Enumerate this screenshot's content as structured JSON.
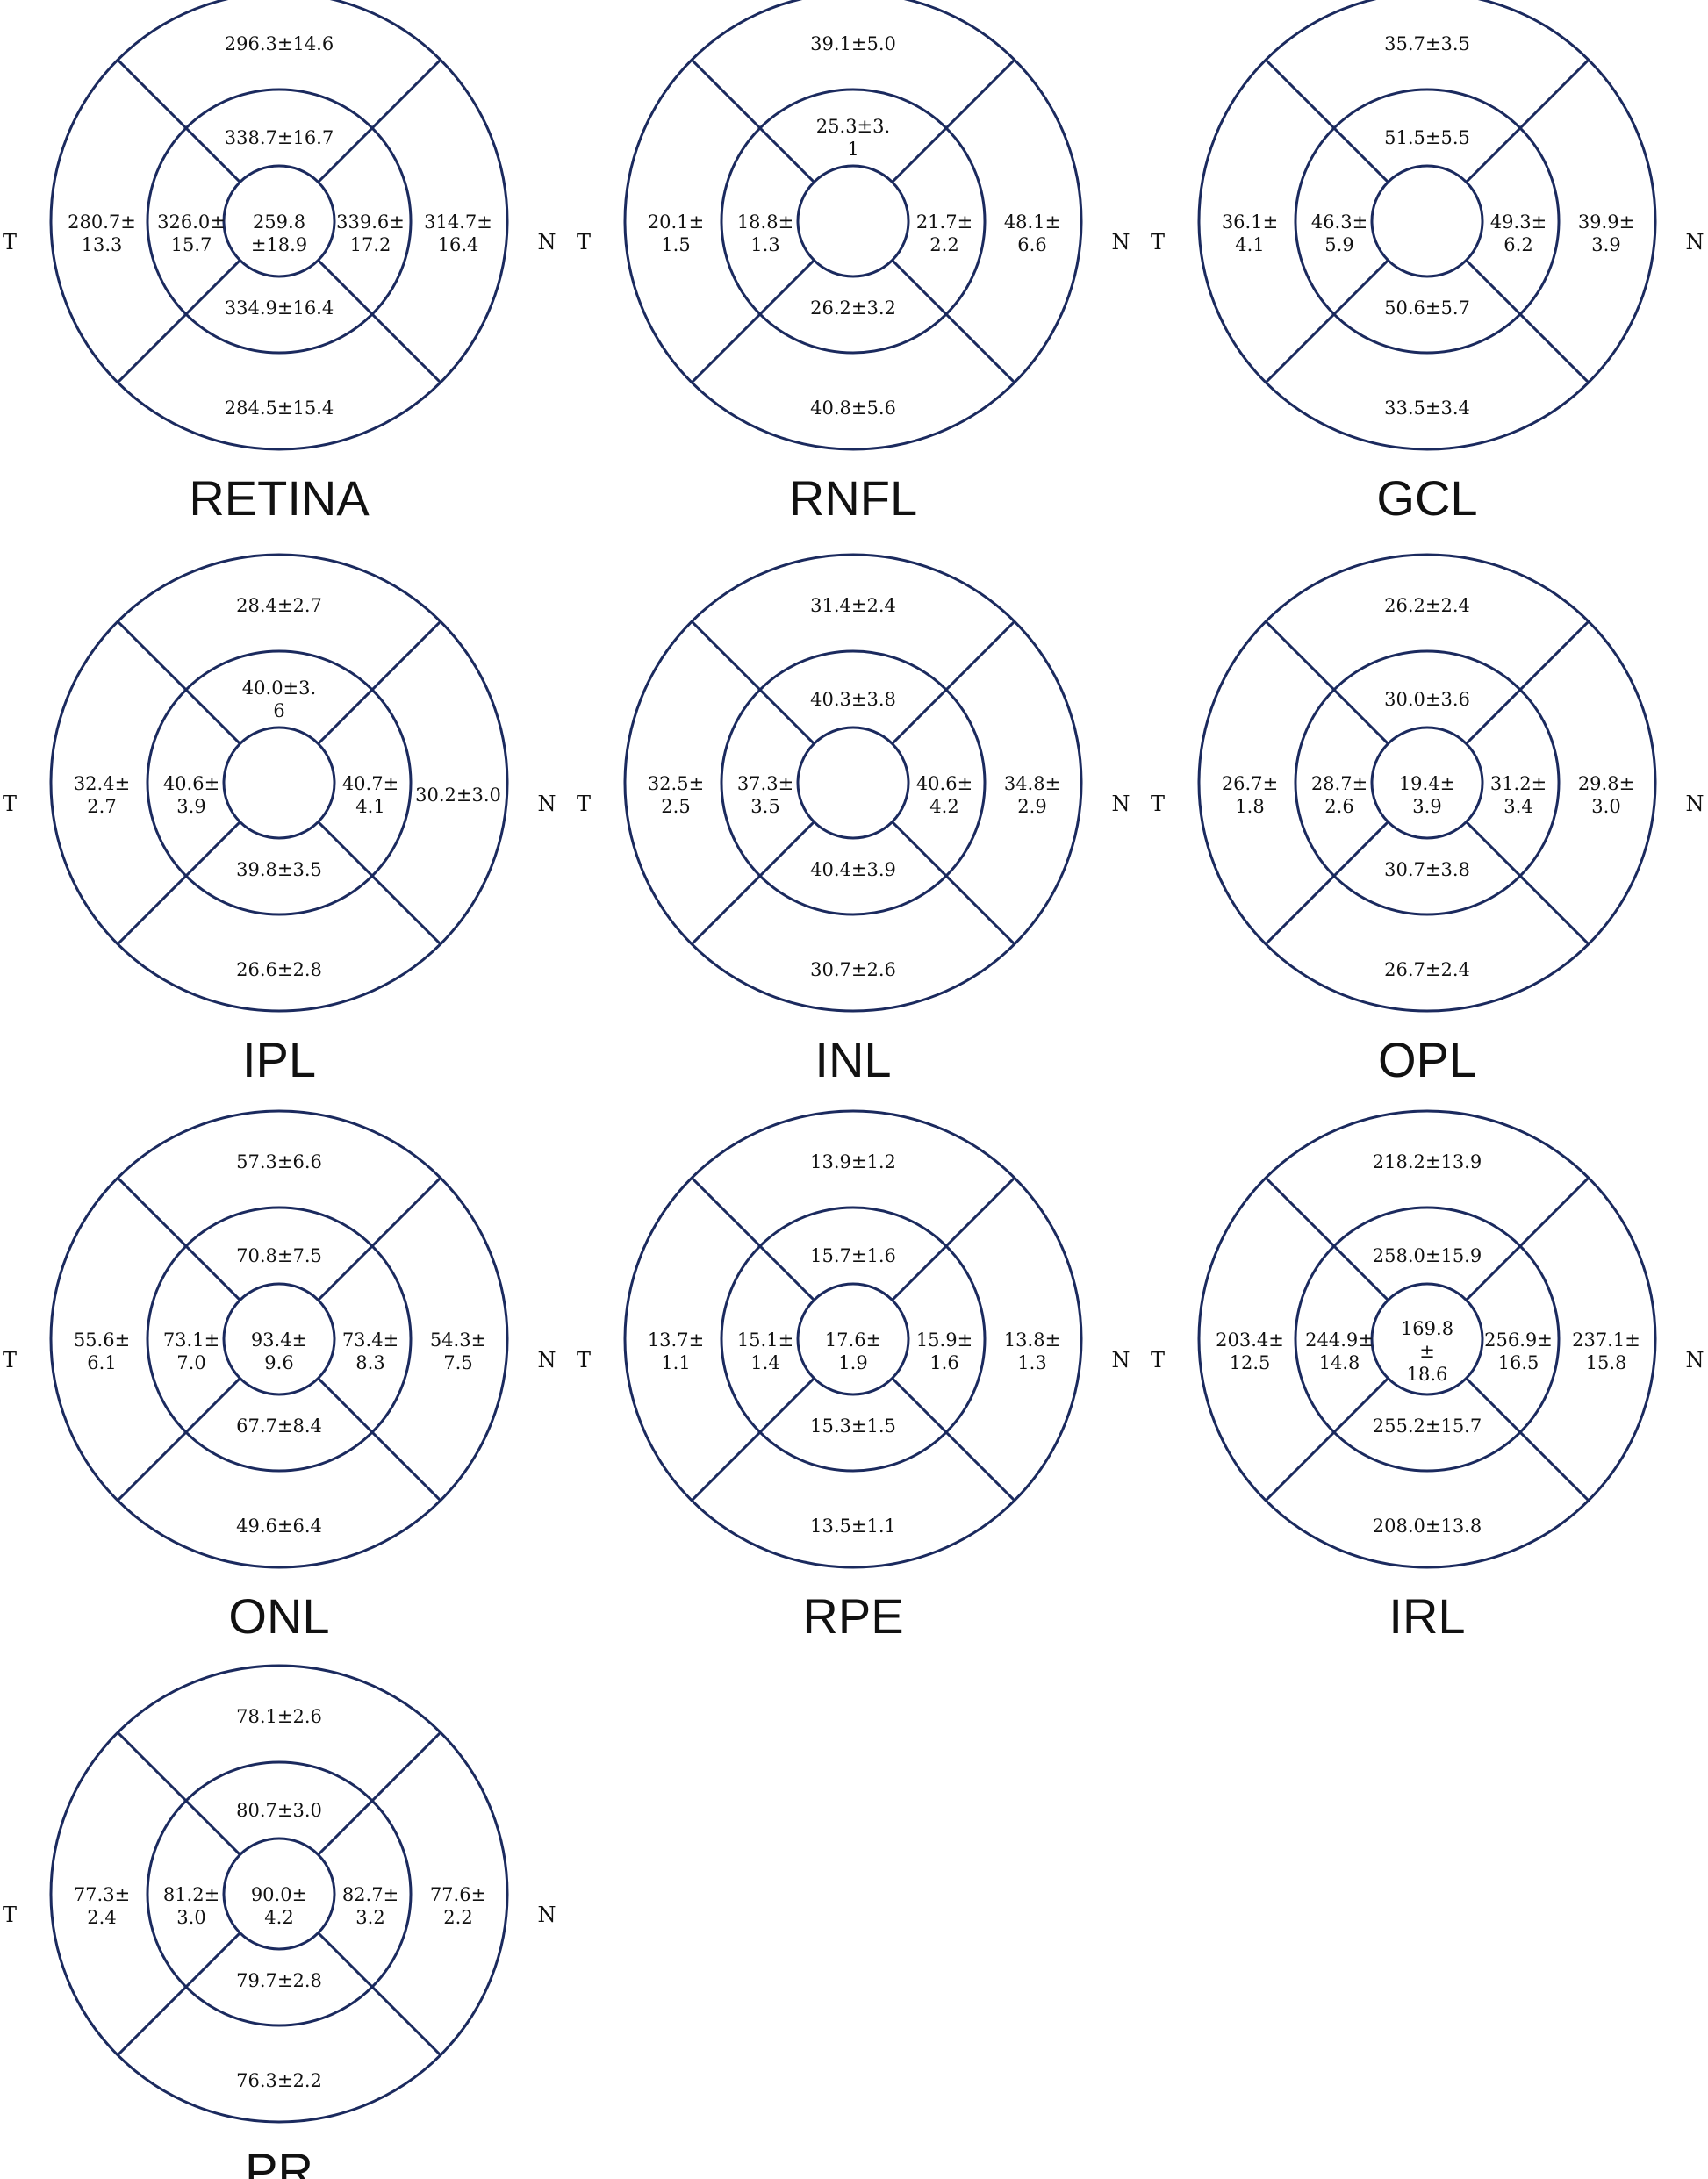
{
  "side_labels": {
    "left": "T",
    "right": "N"
  },
  "colors": {
    "stroke": "#1b2a5e",
    "text": "#111111",
    "background": "#ffffff"
  },
  "panels": [
    {
      "title": "RETINA",
      "values": {
        "outer_top": [
          "296.3±14.6"
        ],
        "outer_bottom": [
          "284.5±15.4"
        ],
        "outer_left": [
          "280.7±",
          "13.3"
        ],
        "outer_right": [
          "314.7±",
          "16.4"
        ],
        "inner_top": [
          "338.7±16.7"
        ],
        "inner_bottom": [
          "334.9±16.4"
        ],
        "inner_left": [
          "326.0±",
          "15.7"
        ],
        "inner_right": [
          "339.6±",
          "17.2"
        ],
        "center": [
          "259.8",
          "±18.9"
        ]
      }
    },
    {
      "title": "RNFL",
      "values": {
        "outer_top": [
          "39.1±5.0"
        ],
        "outer_bottom": [
          "40.8±5.6"
        ],
        "outer_left": [
          "20.1±",
          "1.5"
        ],
        "outer_right": [
          "48.1±",
          "6.6"
        ],
        "inner_top": [
          "25.3±3.",
          "1"
        ],
        "inner_bottom": [
          "26.2±3.2"
        ],
        "inner_left": [
          "18.8±",
          "1.3"
        ],
        "inner_right": [
          "21.7±",
          "2.2"
        ],
        "center": []
      }
    },
    {
      "title": "GCL",
      "values": {
        "outer_top": [
          "35.7±3.5"
        ],
        "outer_bottom": [
          "33.5±3.4"
        ],
        "outer_left": [
          "36.1±",
          "4.1"
        ],
        "outer_right": [
          "39.9±",
          "3.9"
        ],
        "inner_top": [
          "51.5±5.5"
        ],
        "inner_bottom": [
          "50.6±5.7"
        ],
        "inner_left": [
          "46.3±",
          "5.9"
        ],
        "inner_right": [
          "49.3±",
          "6.2"
        ],
        "center": []
      }
    },
    {
      "title": "IPL",
      "values": {
        "outer_top": [
          "28.4±2.7"
        ],
        "outer_bottom": [
          "26.6±2.8"
        ],
        "outer_left": [
          "32.4±",
          "2.7"
        ],
        "outer_right": [
          "30.2±3.0"
        ],
        "inner_top": [
          "40.0±3.",
          "6"
        ],
        "inner_bottom": [
          "39.8±3.5"
        ],
        "inner_left": [
          "40.6±",
          "3.9"
        ],
        "inner_right": [
          "40.7±",
          "4.1"
        ],
        "center": []
      }
    },
    {
      "title": "INL",
      "values": {
        "outer_top": [
          "31.4±2.4"
        ],
        "outer_bottom": [
          "30.7±2.6"
        ],
        "outer_left": [
          "32.5±",
          "2.5"
        ],
        "outer_right": [
          "34.8±",
          "2.9"
        ],
        "inner_top": [
          "40.3±3.8"
        ],
        "inner_bottom": [
          "40.4±3.9"
        ],
        "inner_left": [
          "37.3±",
          "3.5"
        ],
        "inner_right": [
          "40.6±",
          "4.2"
        ],
        "center": []
      }
    },
    {
      "title": "OPL",
      "values": {
        "outer_top": [
          "26.2±2.4"
        ],
        "outer_bottom": [
          "26.7±2.4"
        ],
        "outer_left": [
          "26.7±",
          "1.8"
        ],
        "outer_right": [
          "29.8±",
          "3.0"
        ],
        "inner_top": [
          "30.0±3.6"
        ],
        "inner_bottom": [
          "30.7±3.8"
        ],
        "inner_left": [
          "28.7±",
          "2.6"
        ],
        "inner_right": [
          "31.2±",
          "3.4"
        ],
        "center": [
          "19.4±",
          "3.9"
        ]
      }
    },
    {
      "title": "ONL",
      "values": {
        "outer_top": [
          "57.3±6.6"
        ],
        "outer_bottom": [
          "49.6±6.4"
        ],
        "outer_left": [
          "55.6±",
          "6.1"
        ],
        "outer_right": [
          "54.3±",
          "7.5"
        ],
        "inner_top": [
          "70.8±7.5"
        ],
        "inner_bottom": [
          "67.7±8.4"
        ],
        "inner_left": [
          "73.1±",
          "7.0"
        ],
        "inner_right": [
          "73.4±",
          "8.3"
        ],
        "center": [
          "93.4±",
          "9.6"
        ]
      }
    },
    {
      "title": "RPE",
      "values": {
        "outer_top": [
          "13.9±1.2"
        ],
        "outer_bottom": [
          "13.5±1.1"
        ],
        "outer_left": [
          "13.7±",
          "1.1"
        ],
        "outer_right": [
          "13.8±",
          "1.3"
        ],
        "inner_top": [
          "15.7±1.6"
        ],
        "inner_bottom": [
          "15.3±1.5"
        ],
        "inner_left": [
          "15.1±",
          "1.4"
        ],
        "inner_right": [
          "15.9±",
          "1.6"
        ],
        "center": [
          "17.6±",
          "1.9"
        ]
      }
    },
    {
      "title": "IRL",
      "values": {
        "outer_top": [
          "218.2±13.9"
        ],
        "outer_bottom": [
          "208.0±13.8"
        ],
        "outer_left": [
          "203.4±",
          "12.5"
        ],
        "outer_right": [
          "237.1±",
          "15.8"
        ],
        "inner_top": [
          "258.0±15.9"
        ],
        "inner_bottom": [
          "255.2±15.7"
        ],
        "inner_left": [
          "244.9±",
          "14.8"
        ],
        "inner_right": [
          "256.9±",
          "16.5"
        ],
        "center": [
          "169.8",
          "±",
          "18.6"
        ]
      }
    },
    {
      "title": "PR",
      "values": {
        "outer_top": [
          "78.1±2.6"
        ],
        "outer_bottom": [
          "76.3±2.2"
        ],
        "outer_left": [
          "77.3±",
          "2.4"
        ],
        "outer_right": [
          "77.6±",
          "2.2"
        ],
        "inner_top": [
          "80.7±3.0"
        ],
        "inner_bottom": [
          "79.7±2.8"
        ],
        "inner_left": [
          "81.2±",
          "3.0"
        ],
        "inner_right": [
          "82.7±",
          "3.2"
        ],
        "center": [
          "90.0±",
          "4.2"
        ]
      }
    }
  ]
}
